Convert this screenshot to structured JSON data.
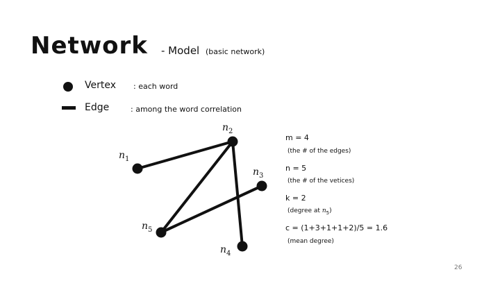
{
  "slide": {
    "title": "Network",
    "subtitle_main": "- Model",
    "subtitle_note": "(basic network)",
    "page_number": "26"
  },
  "legend": {
    "vertex": {
      "name": "Vertex",
      "desc": ": each word",
      "icon": "filled-circle"
    },
    "edge": {
      "name": "Edge",
      "desc": ": among the word correlation",
      "icon": "thick-line"
    }
  },
  "graph": {
    "nodes": [
      {
        "id": "n1",
        "letter": "n",
        "sub": "1"
      },
      {
        "id": "n2",
        "letter": "n",
        "sub": "2"
      },
      {
        "id": "n3",
        "letter": "n",
        "sub": "3"
      },
      {
        "id": "n4",
        "letter": "n",
        "sub": "4"
      },
      {
        "id": "n5",
        "letter": "n",
        "sub": "5"
      }
    ],
    "edges": [
      [
        "n1",
        "n2"
      ],
      [
        "n2",
        "n5"
      ],
      [
        "n2",
        "n4"
      ],
      [
        "n5",
        "n3"
      ]
    ],
    "color": "#111111"
  },
  "stats": {
    "m": {
      "value": "m = 4",
      "note": "(the # of the edges)"
    },
    "n": {
      "value": "n = 5",
      "note": "(the # of the vetices)"
    },
    "k": {
      "value": "k = 2",
      "note_prefix": "(degree at ",
      "note_var": "n",
      "note_sub": "5",
      "note_suffix": ")"
    },
    "c": {
      "value": "c = (1+3+1+1+2)/5 = 1.6",
      "note": "(mean degree)"
    }
  }
}
